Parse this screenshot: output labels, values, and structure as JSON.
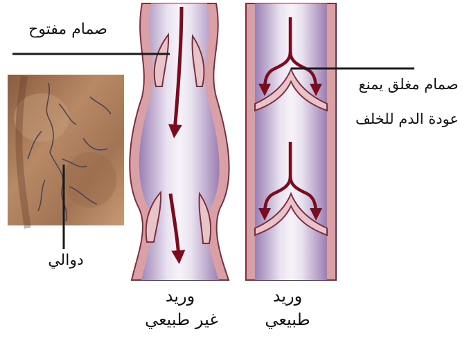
{
  "labels": {
    "open_valve": "صمام مفتوح",
    "closed_valve_line1": "صمام مغلق يمنع",
    "closed_valve_line2": "عودة الدم للخلف",
    "varicose": "دوالي",
    "abnormal_vein_line1": "وريد",
    "abnormal_vein_line2": "غير طبيعي",
    "normal_vein_line1": "وريد",
    "normal_vein_line2": "طبيعي"
  },
  "colors": {
    "vein_wall": "#d9a0a6",
    "vein_outline": "#7a2f3e",
    "vein_inner": "#a58bb8",
    "vein_lumen": "#f3eef6",
    "blood_arrow": "#7b0c1e",
    "skin": "#a8795a",
    "pointer_line": "#1a1a1a"
  }
}
